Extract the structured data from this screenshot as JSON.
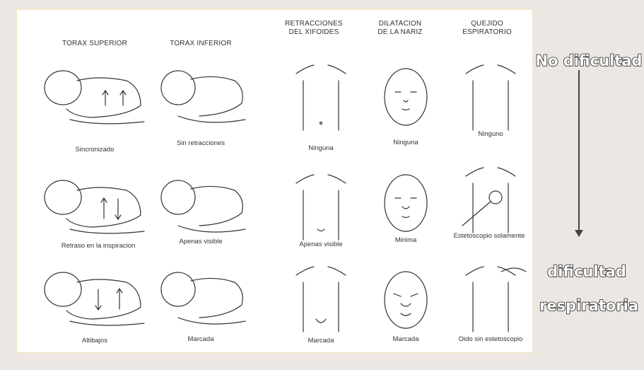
{
  "columns": [
    {
      "lines": [
        "TORAX SUPERIOR"
      ]
    },
    {
      "lines": [
        "TORAX INFERIOR"
      ]
    },
    {
      "lines": [
        "RETRACCIONES",
        "DEL XIFOIDES"
      ]
    },
    {
      "lines": [
        "DILATACION",
        "DE LA NARIZ"
      ]
    },
    {
      "lines": [
        "QUEJIDO",
        "ESPIRATORIO"
      ]
    }
  ],
  "rows": [
    [
      "Sincronizado",
      "Sin retracciones",
      "Ninguna",
      "Ninguna",
      "Ninguno"
    ],
    [
      "Retraso en la inspiracion",
      "Apenas visible",
      "Apenas visible",
      "Minima",
      "Estetoscopio solamente"
    ],
    [
      "Altibajos",
      "Marcada",
      "Marcada",
      "Marcada",
      "Oido sin estetoscopio"
    ]
  ],
  "side_labels": {
    "top": "No dificultad",
    "bottom_line1": "dificultad",
    "bottom_line2": "respiratoria"
  }
}
